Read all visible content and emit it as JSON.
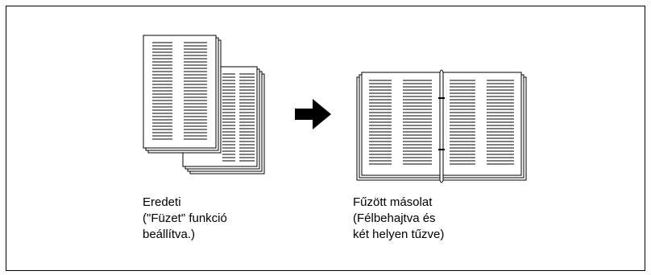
{
  "original": {
    "caption_lines": [
      "Eredeti",
      "(\"Füzet\" funkció",
      "beállítva.)"
    ]
  },
  "copy": {
    "caption_lines": [
      "Fűzött másolat",
      "(Félbehajtva és",
      "két helyen tűzve)"
    ]
  },
  "colors": {
    "ink": "#000000",
    "paper": "#ffffff"
  },
  "icons": {
    "arrow": "right-arrow-icon"
  }
}
